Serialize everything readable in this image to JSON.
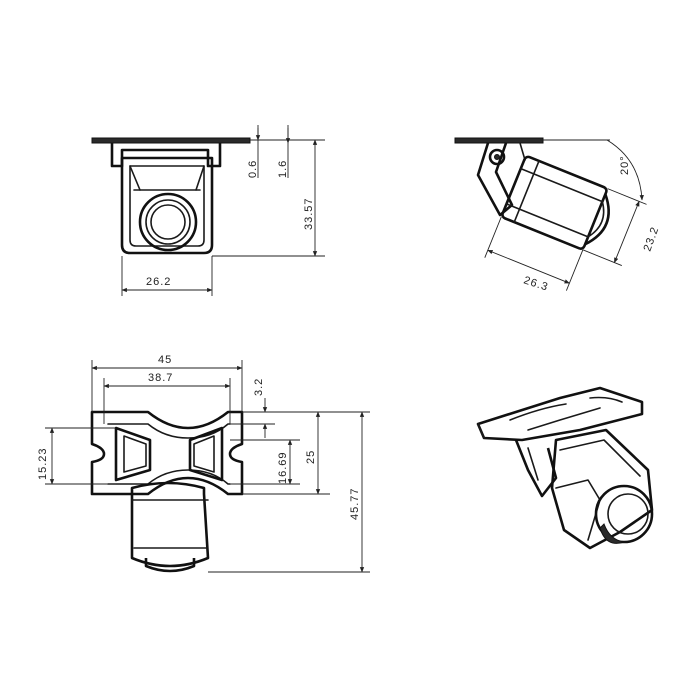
{
  "views": {
    "front": {
      "dim_top_gap": "0.6",
      "dim_bracket_thickness": "1.6",
      "dim_height": "33.57",
      "dim_width": "26.2"
    },
    "side": {
      "dim_angle": "20°",
      "dim_body_height": "23.2",
      "dim_body_length": "26.3"
    },
    "bottom": {
      "dim_total_width": "45",
      "dim_slot_span": "38.7",
      "dim_slot_width": "3.2",
      "dim_slot_left": "15.23",
      "dim_inner": "16.69",
      "dim_bracket_depth": "25",
      "dim_total_depth": "45.77"
    }
  }
}
